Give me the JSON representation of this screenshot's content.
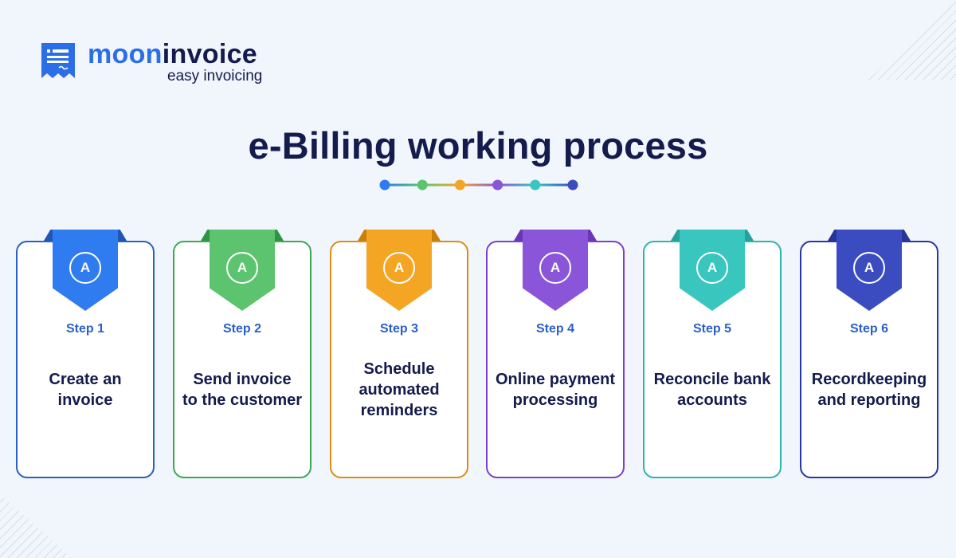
{
  "brand": {
    "name_part1": "moon",
    "name_part2": "invoice",
    "tagline": "easy invoicing",
    "color_primary": "#2a6ee8",
    "color_dark": "#141b4d"
  },
  "title": "e-Billing working process",
  "divider_colors": [
    "#2f7cf0",
    "#5cc46e",
    "#f5a524",
    "#8a55d9",
    "#38c6be",
    "#3b4cc0"
  ],
  "steps": [
    {
      "badge": "A",
      "label": "Step 1",
      "text_line1": "Create an",
      "text_line2": "invoice",
      "text_line3": "",
      "color": "#2f7cf0",
      "dark": "#1e56b6",
      "border": "#2a5fc8"
    },
    {
      "badge": "A",
      "label": "Step 2",
      "text_line1": "Send invoice",
      "text_line2": "to the customer",
      "text_line3": "",
      "color": "#5cc46e",
      "dark": "#2e9445",
      "border": "#3aa955"
    },
    {
      "badge": "A",
      "label": "Step 3",
      "text_line1": "Schedule",
      "text_line2": "automated",
      "text_line3": "reminders",
      "color": "#f5a524",
      "dark": "#cb7f0a",
      "border": "#d98e14"
    },
    {
      "badge": "A",
      "label": "Step 4",
      "text_line1": "Online payment",
      "text_line2": "processing",
      "text_line3": "",
      "color": "#8a55d9",
      "dark": "#6a35b8",
      "border": "#7a3fd0"
    },
    {
      "badge": "A",
      "label": "Step 5",
      "text_line1": "Reconcile bank",
      "text_line2": "accounts",
      "text_line3": "",
      "color": "#38c6be",
      "dark": "#22a39b",
      "border": "#2db4ac"
    },
    {
      "badge": "A",
      "label": "Step 6",
      "text_line1": "Recordkeeping",
      "text_line2": "and reporting",
      "text_line3": "",
      "color": "#3b4cc0",
      "dark": "#27359a",
      "border": "#2636a8"
    }
  ]
}
